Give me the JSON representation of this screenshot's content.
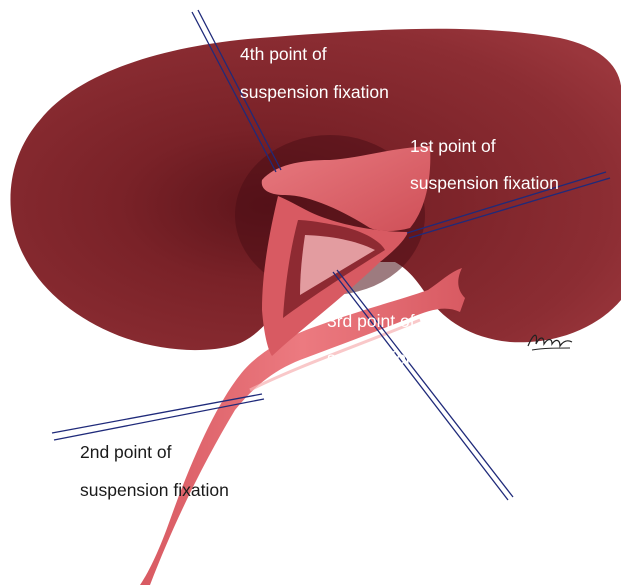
{
  "colors": {
    "kidney_dark": "#6e1c22",
    "kidney_mid": "#8a2a30",
    "kidney_light": "#a03a40",
    "pelvis_flap": "#e06a70",
    "pelvis_inner": "#b8404a",
    "pelvis_cavity": "#f4b8b8",
    "ureter": "#e2686e",
    "ureter_light": "#f2a0a2",
    "suture_line": "#1f2a7a",
    "label_on_kidney": "#ffffff",
    "label_on_background": "#1a1a1a"
  },
  "labels": {
    "point4": {
      "line1": "4th point of",
      "line2": "suspension fixation"
    },
    "point1": {
      "line1": "1st point of",
      "line2": "suspension fixation"
    },
    "point3": {
      "line1": "3rd point of",
      "line2": "suspension fixation"
    },
    "point2": {
      "line1": "2nd point of",
      "line2": "suspension fixation"
    }
  },
  "signature_icon": "artist-signature"
}
